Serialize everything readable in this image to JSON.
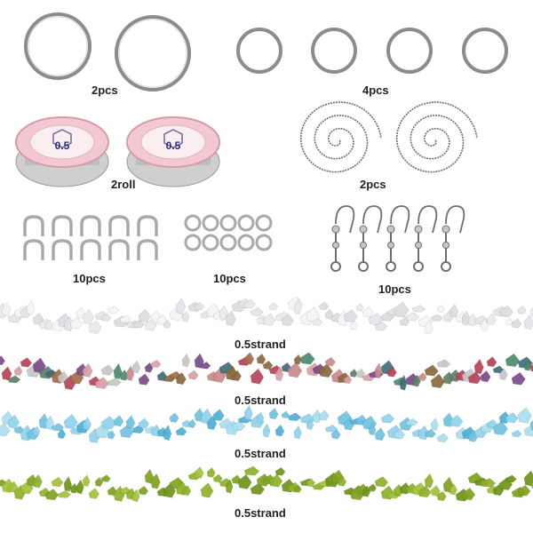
{
  "labels": {
    "big_rings": "2pcs",
    "small_rings": "4pcs",
    "wire_spools": "2roll",
    "chains": "2pcs",
    "bails": "10pcs",
    "jump_rings": "10pcs",
    "ear_hooks": "10pcs",
    "strand_clear": "0.5strand",
    "strand_mixed": "0.5strand",
    "strand_blue": "0.5strand",
    "strand_green": "0.5strand"
  },
  "spool": {
    "size_text": "0.5"
  },
  "colors": {
    "metal": "#a9a9a9",
    "metal_dark": "#6e6e6e",
    "spool_pink": "#f2c9d2",
    "clear_chip": "#e9eaec",
    "blue_chip": "#6fc3e2",
    "green_chip": "#8fb128"
  }
}
